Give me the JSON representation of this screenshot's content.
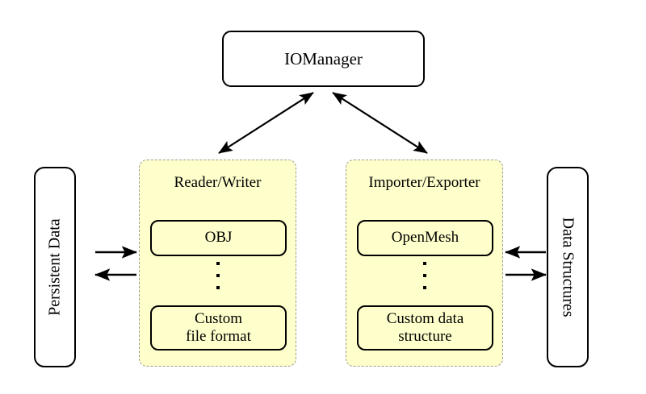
{
  "diagram": {
    "title_node": {
      "label": "IOManager"
    },
    "left_store": {
      "label": "Persistent Data",
      "orientation": "rotated-up"
    },
    "right_store": {
      "label": "Data Structures",
      "orientation": "rotated-down"
    },
    "panels": [
      {
        "id": "reader-writer",
        "title": "Reader/Writer",
        "fill_color": "#FFFFCC",
        "border_color": "#9A9A9A",
        "border_style": "dashed",
        "items": [
          {
            "label": "OBJ",
            "lines": [
              "OBJ"
            ]
          },
          {
            "label": "Custom file format",
            "lines": [
              "Custom",
              "file format"
            ]
          }
        ],
        "ellipsis": "vertical-dots"
      },
      {
        "id": "importer-exporter",
        "title": "Importer/Exporter",
        "fill_color": "#FFFFCC",
        "border_color": "#9A9A9A",
        "border_style": "dashed",
        "items": [
          {
            "label": "OpenMesh",
            "lines": [
              "OpenMesh"
            ]
          },
          {
            "label": "Custom data structure",
            "lines": [
              "Custom data",
              "structure"
            ]
          }
        ],
        "ellipsis": "vertical-dots"
      }
    ],
    "connections": [
      {
        "name": "iomanager-to-reader-writer",
        "kind": "double-arrow",
        "from": "IOManager",
        "to": "Reader/Writer"
      },
      {
        "name": "iomanager-to-importer-exporter",
        "kind": "double-arrow",
        "from": "IOManager",
        "to": "Importer/Exporter"
      },
      {
        "name": "persistent-data-to-reader-writer",
        "kind": "arrow-right",
        "from": "Persistent Data",
        "to": "Reader/Writer"
      },
      {
        "name": "reader-writer-to-persistent-data",
        "kind": "arrow-left",
        "from": "Reader/Writer",
        "to": "Persistent Data"
      },
      {
        "name": "data-structures-to-importer",
        "kind": "arrow-left",
        "from": "Data Structures",
        "to": "Importer/Exporter"
      },
      {
        "name": "importer-to-data-structures",
        "kind": "arrow-right",
        "from": "Importer/Exporter",
        "to": "Data Structures"
      }
    ],
    "colors": {
      "background": "#FFFFFF",
      "stroke": "#000000",
      "panel_fill": "#FFFFCC",
      "panel_border": "#9A9A9A"
    }
  }
}
